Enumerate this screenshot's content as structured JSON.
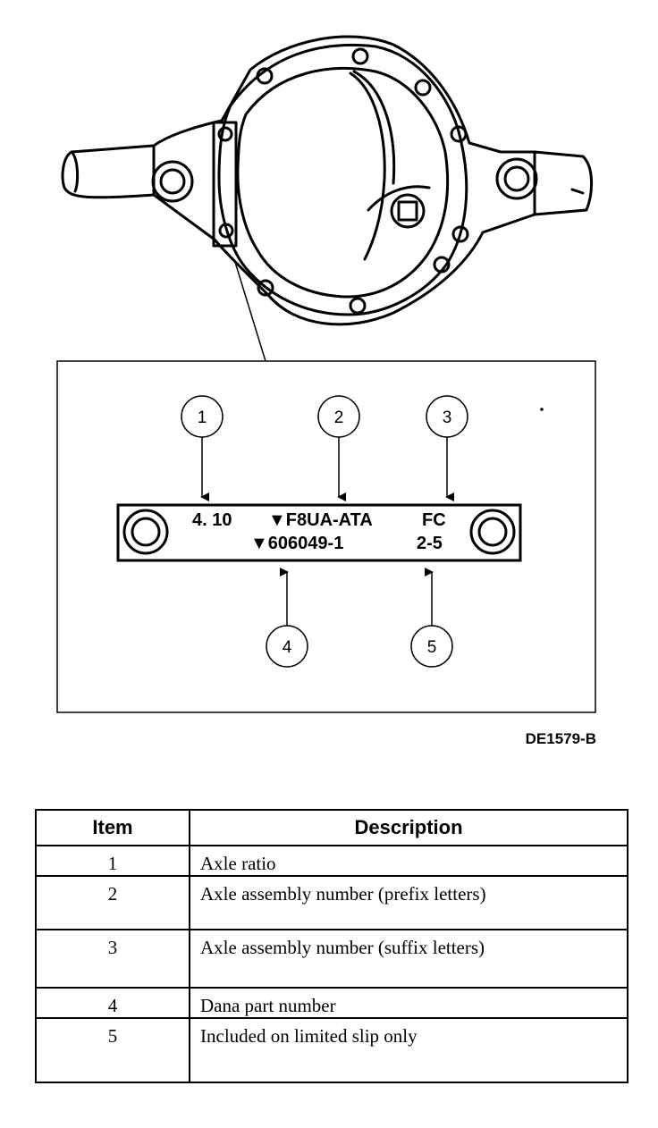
{
  "figure": {
    "code": "DE1579-B",
    "tag": {
      "line1": {
        "ratio": "4. 10",
        "prefix": "▼F8UA-ATA",
        "suffix": "FC"
      },
      "line2": {
        "part_number": "▼606049-1",
        "limited_slip": "2-5"
      }
    },
    "callouts": [
      "1",
      "2",
      "3",
      "4",
      "5"
    ]
  },
  "legend": {
    "headers": {
      "item": "Item",
      "description": "Description"
    },
    "rows": [
      {
        "item": "1",
        "description": "Axle ratio"
      },
      {
        "item": "2",
        "description": "Axle assembly number (prefix letters)"
      },
      {
        "item": "3",
        "description": "Axle assembly number (suffix letters)"
      },
      {
        "item": "4",
        "description": "Dana part number"
      },
      {
        "item": "5",
        "description": "Included on limited slip only"
      }
    ]
  }
}
